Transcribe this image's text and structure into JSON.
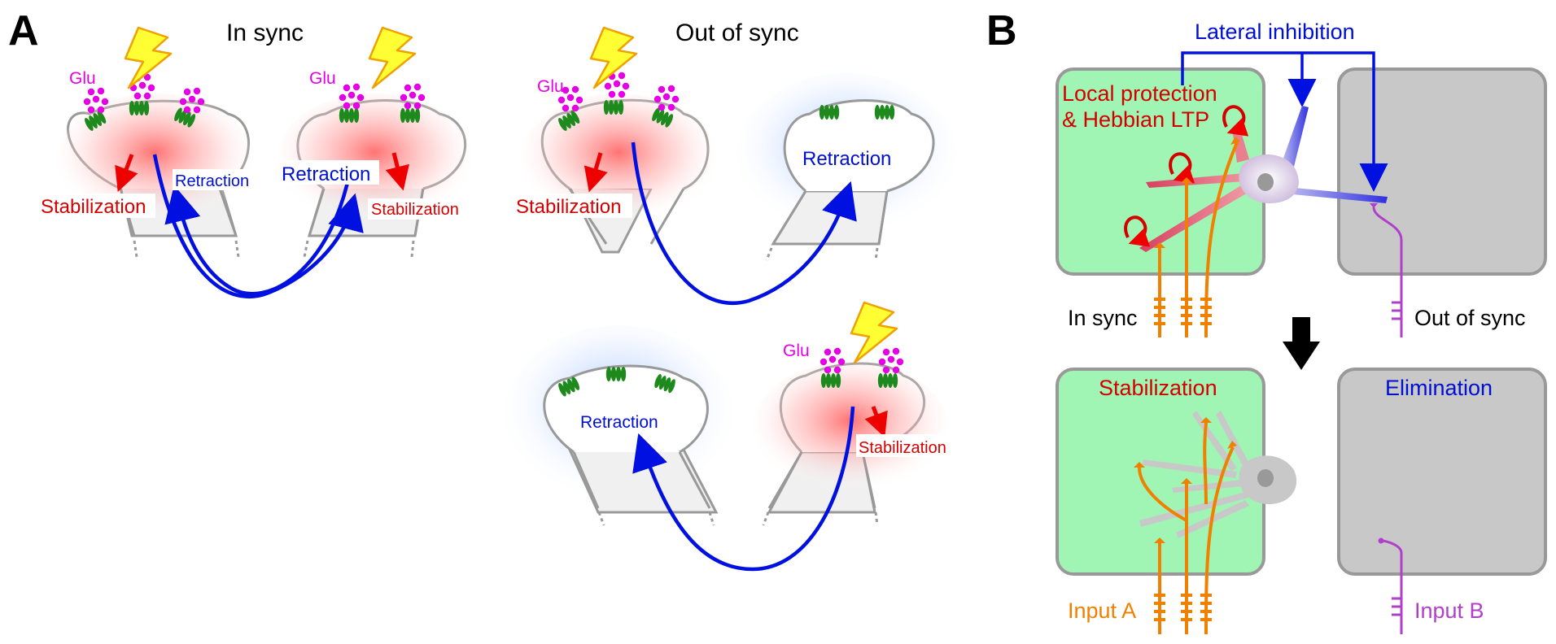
{
  "panel_a": {
    "letter": "A",
    "in_sync_title": "In sync",
    "out_of_sync_title": "Out of sync",
    "glu": "Glu",
    "stabilization": "Stabilization",
    "retraction": "Retraction"
  },
  "panel_b": {
    "letter": "B",
    "lateral_inhibition": "Lateral inhibition",
    "local_protection_line1": "Local protection",
    "local_protection_line2": "& Hebbian LTP",
    "in_sync": "In sync",
    "out_of_sync": "Out of sync",
    "stabilization": "Stabilization",
    "elimination": "Elimination",
    "input_a": "Input A",
    "input_b": "Input B"
  },
  "colors": {
    "stabilization_red": "#d40000",
    "retraction_blue": "#0010d0",
    "glutamate_magenta": "#e600e6",
    "receptor_green": "#1e8a1e",
    "input_a_orange": "#f08000",
    "input_b_purple": "#b040c8",
    "active_region_green": "#a0f5b4",
    "inactive_region_gray": "#c8c8c8",
    "lightning_yellow": "#ffff33"
  },
  "icons": [
    "lightning-bolt-icon",
    "down-arrow-icon",
    "curved-arrow-icon",
    "circular-arrow-icon"
  ]
}
